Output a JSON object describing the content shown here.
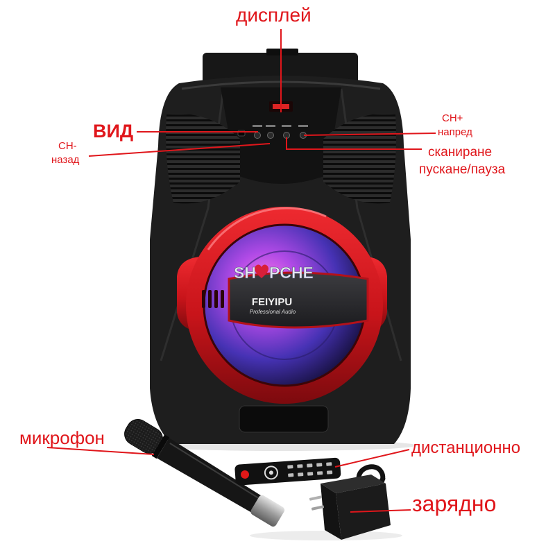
{
  "annotations": {
    "display": "дисплей",
    "mode": "ВИД",
    "ch_minus": "CH-",
    "ch_minus_sub": "назад",
    "ch_plus": "CH+",
    "ch_plus_sub": "напред",
    "scan": "сканиране",
    "play_pause": "пускане/пауза",
    "microphone": "микрофон",
    "remote": "дистанционно",
    "charger": "зарядно"
  },
  "speaker": {
    "brand": "FEIYIPU",
    "brand_sub": "Professional Audio"
  },
  "watermark": {
    "left": "SH",
    "right": "PCHE"
  },
  "colors": {
    "annotation": "#e0161b",
    "body": "#1e1e1e",
    "ring": "#c8141a",
    "cone_glow": "#9b3de0"
  }
}
